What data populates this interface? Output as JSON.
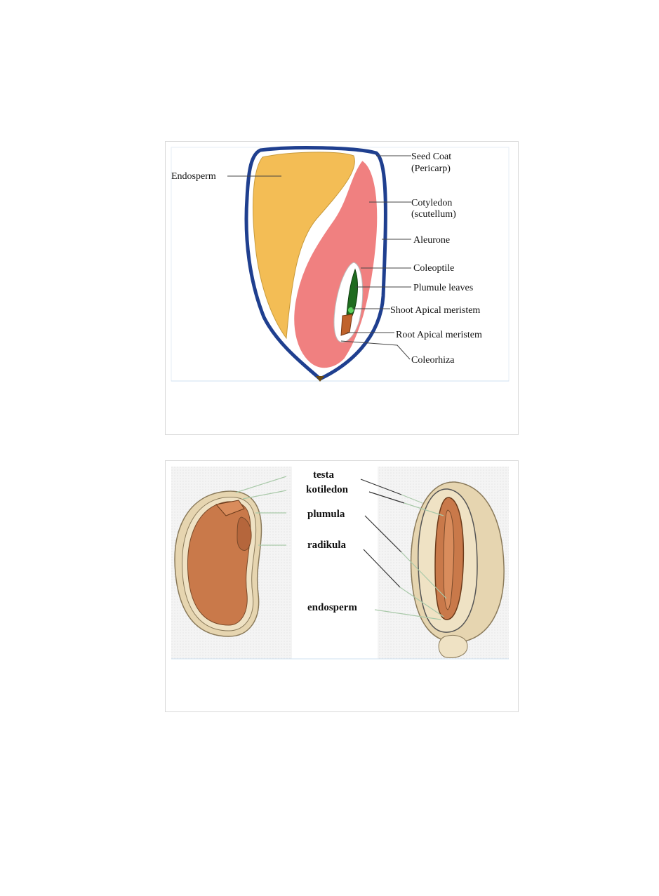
{
  "diagram1": {
    "labels": {
      "endosperm": "Endosperm",
      "seed_coat_1": "Seed Coat",
      "seed_coat_2": "(Pericarp)",
      "cotyledon_1": "Cotyledon",
      "cotyledon_2": "(scutellum)",
      "aleurone": "Aleurone",
      "coleoptile": "Coleoptile",
      "plumule_leaves": "Plumule leaves",
      "shoot_apical": "Shoot Apical meristem",
      "root_apical": "Root Apical meristem",
      "coleorhiza": "Coleorhiza"
    },
    "colors": {
      "seed_coat": "#1f3f8f",
      "endosperm": "#f3bd55",
      "cotyledon": "#f08080",
      "plumule": "#1f6b1f",
      "meristem": "#c0632c"
    }
  },
  "diagram2": {
    "labels": {
      "testa": "testa",
      "kotiledon": "kotiledon",
      "plumula": "plumula",
      "radikula": "radikula",
      "endosperm": "endosperm"
    },
    "colors": {
      "seed_body": "#c9794a",
      "seed_coat": "#efe2c4",
      "outer_coat": "#e6d5b0"
    }
  }
}
